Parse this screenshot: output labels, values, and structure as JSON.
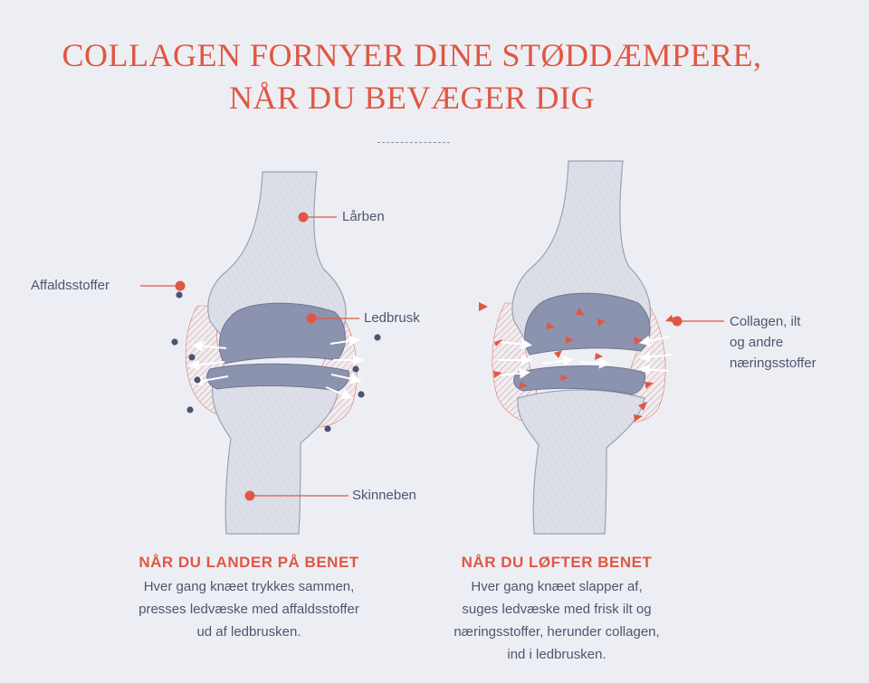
{
  "title": {
    "line1": "COLLAGEN FORNYER DINE STØDDÆMPERE,",
    "line2": "NÅR DU BEVÆGER DIG"
  },
  "labels": {
    "femur": "Lårben",
    "waste": "Affaldsstoffer",
    "cartilage": "Ledbrusk",
    "tibia": "Skinneben",
    "nutrients_line1": "Collagen, ilt",
    "nutrients_line2": "og andre",
    "nutrients_line3": "næringsstoffer"
  },
  "left_caption": {
    "heading": "NÅR DU LANDER PÅ BENET",
    "line1": "Hver gang knæet trykkes sammen,",
    "line2": "presses ledvæske med affaldsstoffer",
    "line3": "ud af ledbrusken."
  },
  "right_caption": {
    "heading": "NÅR DU LØFTER BENET",
    "line1": "Hver gang knæet slapper af,",
    "line2": "suges ledvæske med frisk ilt og",
    "line3": "næringsstoffer, herunder collagen,",
    "line4": "ind i ledbrusken."
  },
  "colors": {
    "accent": "#e05743",
    "bone": "#d5d8e2",
    "cartilage": "#8c93ae",
    "text": "#4d5670",
    "waste_dot": "#4b5573",
    "background": "#edeef3"
  }
}
